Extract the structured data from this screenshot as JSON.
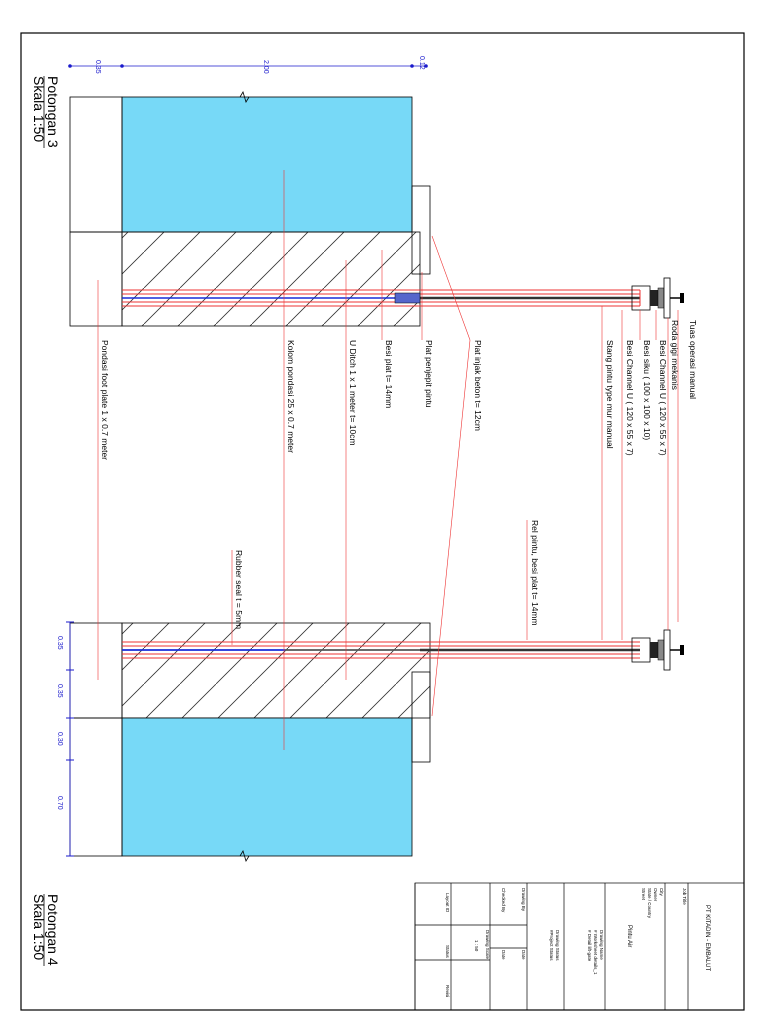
{
  "section_top": {
    "title": "Potongan 3",
    "scale": "Skala 1:50"
  },
  "section_bottom": {
    "title": "Potongan 4",
    "scale": "Skala 1:50"
  },
  "dims_top": [
    "0.35",
    "2.00",
    "0.12"
  ],
  "dims_bottom": [
    "0.35",
    "0.35",
    "0.30",
    "0.70"
  ],
  "labels": {
    "tuas": "Tuas operasi manual",
    "roda": "Roda gigi mekanis",
    "channel_u_1": "Besi Channel U  ( 120 x 55 x 7)",
    "siku": "Besi siku  ( 100 x 100 x 10)",
    "channel_u_2": "Besi Channel U  ( 120 x 55 x 7)",
    "stang": "Stang pintu type mur manual",
    "plat_injak": "Plat injak beton t= 12cm",
    "plat_penjepit": "Plat penjepit pintu",
    "besi_plat": "Besi plat t= 14mm",
    "u_ditch": "U Ditch  1 x 1 meter t= 10cm",
    "kolom": "Kolom pondasi 25 x 0.7 meter",
    "pondasi": "Pondasi foot plate 1 x 0.7 meter",
    "rel": "Rel pintu, besi plat t= 14mm",
    "rubber": "Rubber seal t = 5mm"
  },
  "title_block": {
    "company": "PT KITADIN - EMBALUT",
    "job_title_label": "Job Title",
    "project": "Pintu Air",
    "city_label": "City",
    "owner_label": "Owner",
    "state_label": "State / Country",
    "street_label": "Street",
    "drawing_name_label": "Drawing Name",
    "drawing_name_1": "# Worksheet details_1",
    "drawing_name_2": "# Detail lift-gate",
    "drawing_status_label": "Drawing Status",
    "drawing_status_value": "#Project Status",
    "drawing_by": "Drawing By",
    "checked_by": "Checked By",
    "date_1": "Date",
    "date_2": "Date",
    "drawing_scale_label": "Drawing Scale",
    "drawing_scale_value": "1 : 50",
    "layout_id": "Layout ID",
    "status": "Status",
    "revisi": "Revisi"
  }
}
